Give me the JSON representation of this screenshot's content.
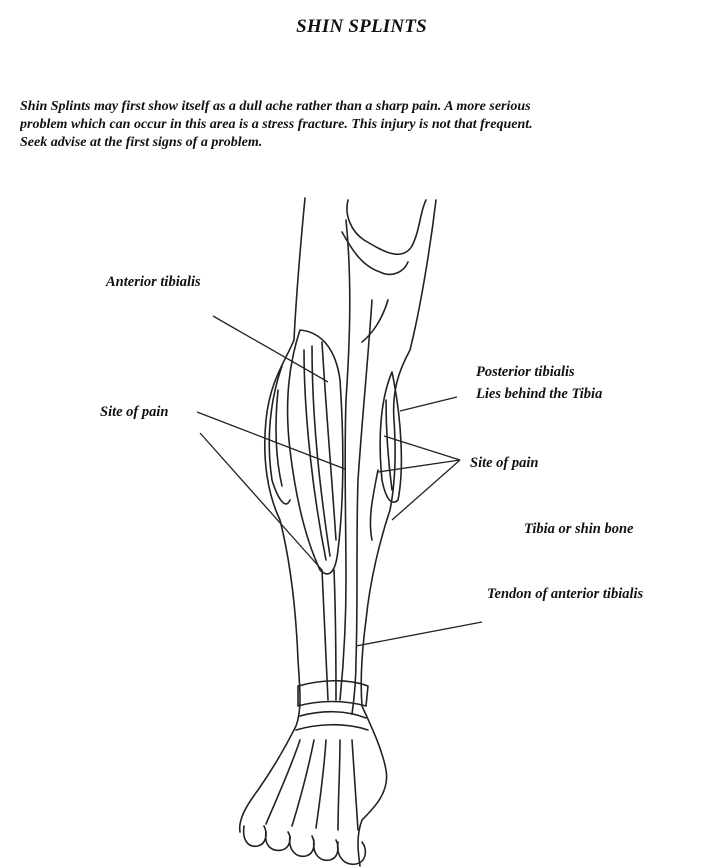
{
  "document": {
    "title": "SHIN SPLINTS",
    "intro_lines": [
      "Shin Splints may first show itself as a dull ache rather than a sharp pain.  A more serious",
      "problem which can occur in this area is a stress fracture.  This injury is not that frequent.",
      "Seek advise at the first signs of a problem."
    ]
  },
  "diagram": {
    "labels": {
      "anterior_tibialis": "Anterior tibialis",
      "site_of_pain_left": "Site of pain",
      "posterior_tibialis_1": "Posterior  tibialis",
      "posterior_tibialis_2": "Lies behind the Tibia",
      "site_of_pain_right": "Site of pain",
      "tibia": "Tibia or shin bone",
      "tendon": "Tendon of anterior tibialis"
    }
  }
}
